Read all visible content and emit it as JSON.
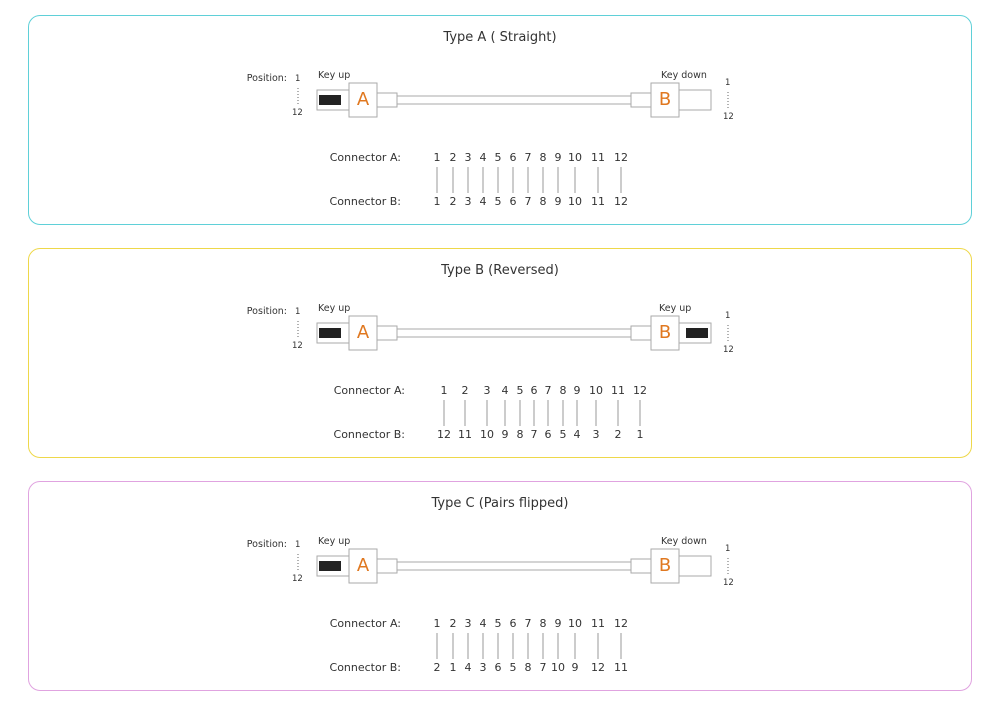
{
  "panels": [
    {
      "id": "type-a",
      "title": "Type A ( Straight)",
      "border_color": "#5fd0d8",
      "position_label": "Position:",
      "pos_top": "1",
      "pos_bottom": "12",
      "right_top": "1",
      "right_bottom": "12",
      "left_key": "Key up",
      "right_key": "Key down",
      "left_letter": "A",
      "right_letter": "B",
      "right_black_bar": false,
      "connector_a_label": "Connector A:",
      "connector_b_label": "Connector B:",
      "connector_a": [
        "1",
        "2",
        "3",
        "4",
        "5",
        "6",
        "7",
        "8",
        "9",
        "10",
        "11",
        "12"
      ],
      "connector_b": [
        "1",
        "2",
        "3",
        "4",
        "5",
        "6",
        "7",
        "8",
        "9",
        "10",
        "11",
        "12"
      ]
    },
    {
      "id": "type-b",
      "title": "Type B (Reversed)",
      "border_color": "#eed84a",
      "position_label": "Position:",
      "pos_top": "1",
      "pos_bottom": "12",
      "right_top": "1",
      "right_bottom": "12",
      "left_key": "Key up",
      "right_key": "Key up",
      "left_letter": "A",
      "right_letter": "B",
      "right_black_bar": true,
      "connector_a_label": "Connector A:",
      "connector_b_label": "Connector B:",
      "connector_a": [
        "1",
        "2",
        "3",
        "4",
        "5",
        "6",
        "7",
        "8",
        "9",
        "10",
        "11",
        "12"
      ],
      "connector_b": [
        "12",
        "11",
        "10",
        "9",
        "8",
        "7",
        "6",
        "5",
        "4",
        "3",
        "2",
        "1"
      ]
    },
    {
      "id": "type-c",
      "title": "Type C (Pairs flipped)",
      "border_color": "#e0a3e0",
      "position_label": "Position:",
      "pos_top": "1",
      "pos_bottom": "12",
      "right_top": "1",
      "right_bottom": "12",
      "left_key": "Key up",
      "right_key": "Key down",
      "left_letter": "A",
      "right_letter": "B",
      "right_black_bar": false,
      "connector_a_label": "Connector A:",
      "connector_b_label": "Connector B:",
      "connector_a": [
        "1",
        "2",
        "3",
        "4",
        "5",
        "6",
        "7",
        "8",
        "9",
        "10",
        "11",
        "12"
      ],
      "connector_b": [
        "2",
        "1",
        "4",
        "3",
        "6",
        "5",
        "8",
        "7",
        "10",
        "9",
        "12",
        "11"
      ]
    }
  ]
}
